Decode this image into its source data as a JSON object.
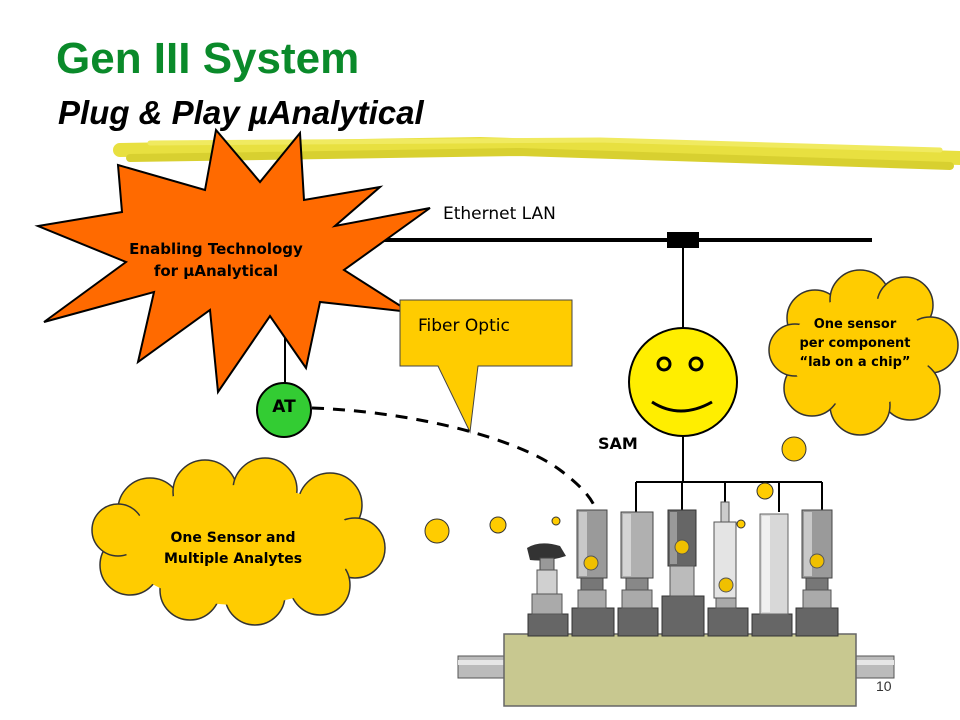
{
  "slide": {
    "title": "Gen III System",
    "subtitle": "Plug & Play µAnalytical",
    "page_number": "10"
  },
  "diagram": {
    "ethernet_label": "Ethernet LAN",
    "starburst_label": [
      "Enabling Technology",
      "for µAnalytical"
    ],
    "fiber_label": "Fiber Optic",
    "at_label": "AT",
    "sam_label": "SAM",
    "cloud_right": [
      "One sensor",
      "per component",
      "“lab on a chip”"
    ],
    "cloud_left": [
      "One Sensor and",
      "Multiple Analytes"
    ],
    "colors": {
      "title": "#0a8a2a",
      "starburst": "#ff6a00",
      "callout": "#ffcc00",
      "at_node": "#33cc33",
      "smiley": "#ffee00",
      "manifold": "#c8c890"
    }
  }
}
